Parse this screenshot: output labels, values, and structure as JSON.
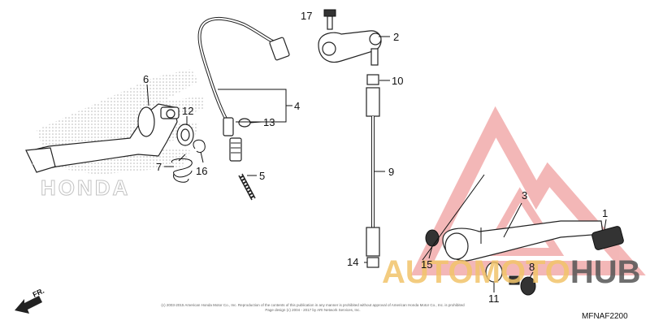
{
  "callouts": [
    {
      "id": "c1",
      "text": "1"
    },
    {
      "id": "c2",
      "text": "2"
    },
    {
      "id": "c3",
      "text": "3"
    },
    {
      "id": "c4",
      "text": "4"
    },
    {
      "id": "c5",
      "text": "5"
    },
    {
      "id": "c6",
      "text": "6"
    },
    {
      "id": "c7",
      "text": "7"
    },
    {
      "id": "c8",
      "text": "8"
    },
    {
      "id": "c9",
      "text": "9"
    },
    {
      "id": "c10",
      "text": "10"
    },
    {
      "id": "c11",
      "text": "11"
    },
    {
      "id": "c12",
      "text": "12"
    },
    {
      "id": "c13",
      "text": "13"
    },
    {
      "id": "c14",
      "text": "14"
    },
    {
      "id": "c15",
      "text": "15"
    },
    {
      "id": "c16",
      "text": "16"
    },
    {
      "id": "c17",
      "text": "17"
    }
  ],
  "diagram_code": "MFNAF2200",
  "front_arrow_label": "FR.",
  "watermark": {
    "brand_auto": "AUTO",
    "brand_moto": "MOTO",
    "brand_hub": "HUB",
    "background_logo": "HONDA"
  },
  "copyright_line1": "(c) 2003-2015 American Honda Motor Co., Inc. Reproduction of the contents of this publication in any manner is prohibited without approval of American Honda Motor Co., Inc. is prohibited",
  "copyright_line2": "Page design (c) 2004 - 2017 by ARI Network Services, Inc.",
  "colors": {
    "watermark_red": "#f0a0a0",
    "watermark_orange": "#f2c46a",
    "watermark_gray": "#555555",
    "line": "#222222"
  }
}
